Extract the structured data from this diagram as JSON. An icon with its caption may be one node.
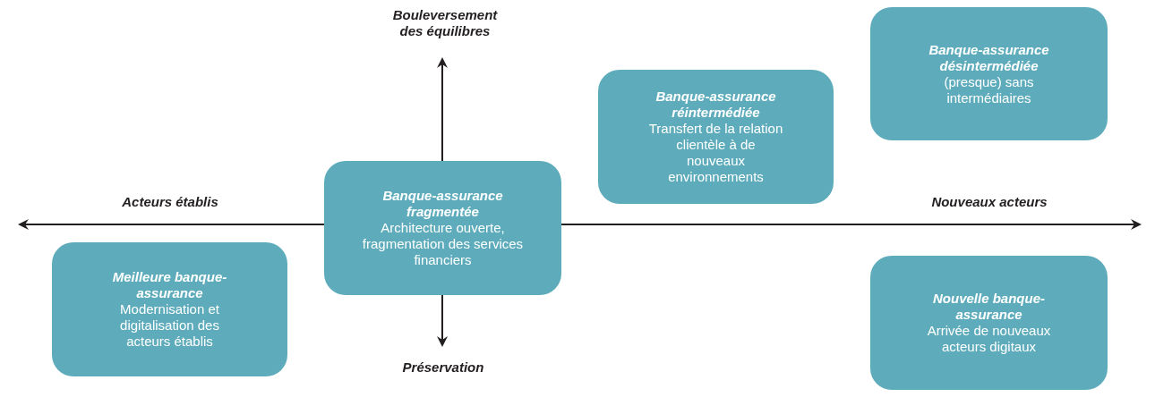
{
  "diagram": {
    "nodes": [
      {
        "text": [
          "Banque-assurance désintermédiée",
          "(presque) sans intermédiaires"
        ]
      },
      {
        "text": [
          "Banque-assurance réintermédiée",
          "Transfert de la relation clientèle à de nouveaux environnements"
        ]
      },
      {
        "text": [
          "Banque-assurance fragmentée",
          "Architecture ouverte, fragmentation des services financiers"
        ]
      },
      {
        "text": [
          "Meilleure banque-assurance",
          "Modernisation et digitalisation des acteurs établis"
        ]
      },
      {
        "text": [
          "Nouvelle banque-assurance",
          "Arrivée de nouveaux acteurs digitaux"
        ]
      }
    ],
    "edges": [],
    "labels": [
      "Bouleversement des équilibres",
      "Acteurs établis",
      "Nouveaux acteurs",
      "Préservation"
    ]
  }
}
